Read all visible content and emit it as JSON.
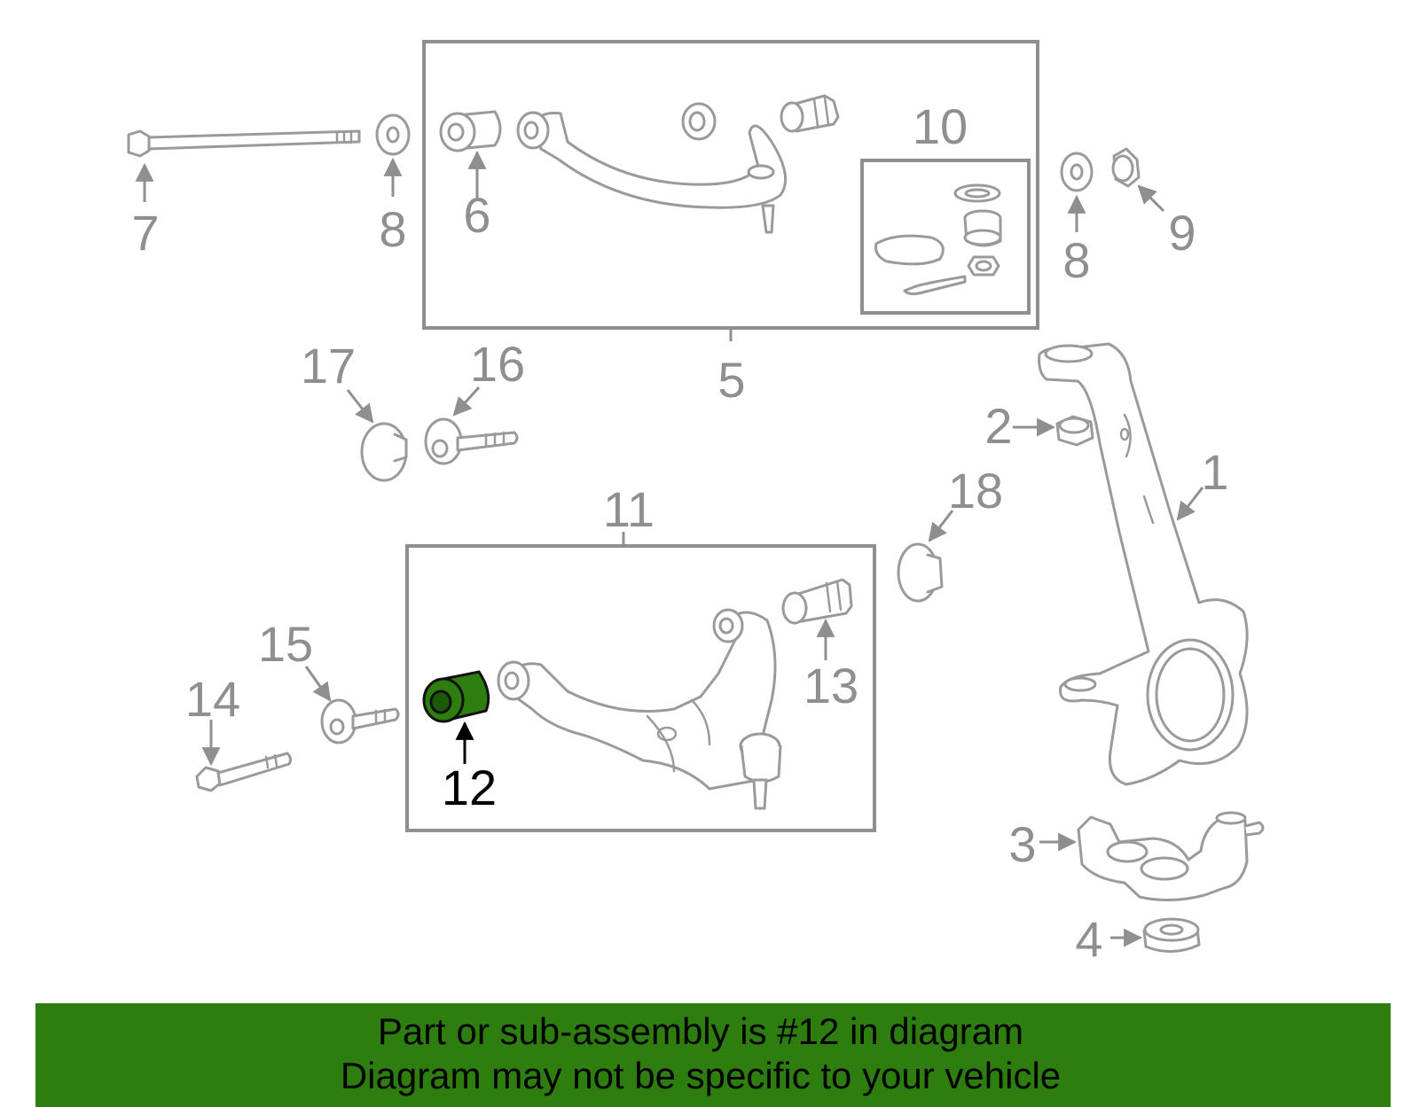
{
  "callouts": {
    "c1": "1",
    "c2": "2",
    "c3": "3",
    "c4": "4",
    "c5": "5",
    "c6": "6",
    "c7": "7",
    "c8a": "8",
    "c8b": "8",
    "c9": "9",
    "c10": "10",
    "c11": "11",
    "c12": "12",
    "c13": "13",
    "c14": "14",
    "c15": "15",
    "c16": "16",
    "c17": "17",
    "c18": "18"
  },
  "highlighted_part": "12",
  "colors": {
    "highlight": "#2e7d0f",
    "line": "#9a9a9a",
    "label": "#8f8f8f",
    "banner": "#2e7d0f"
  },
  "banner": {
    "line1": "Part or sub-assembly is #12 in diagram",
    "line2": "Diagram may not be specific to your vehicle"
  }
}
